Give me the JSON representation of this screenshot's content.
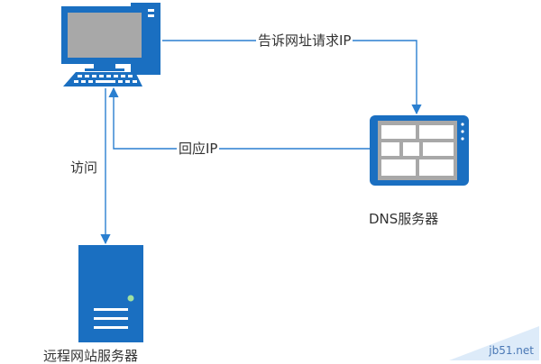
{
  "labels": {
    "request": "告诉网址请求IP",
    "reply": "回应IP",
    "visit": "访问",
    "dns_server": "DNS服务器",
    "web_server": "远程网站服务器"
  },
  "watermark": {
    "text": "jb51.net"
  },
  "colors": {
    "device_blue": "#1a6fc1",
    "screen_grey": "#a8a8a8",
    "line_blue": "#2a7fd0",
    "label_text": "#333333"
  },
  "icons": [
    "computer-icon",
    "dns-server-icon",
    "web-server-icon"
  ]
}
